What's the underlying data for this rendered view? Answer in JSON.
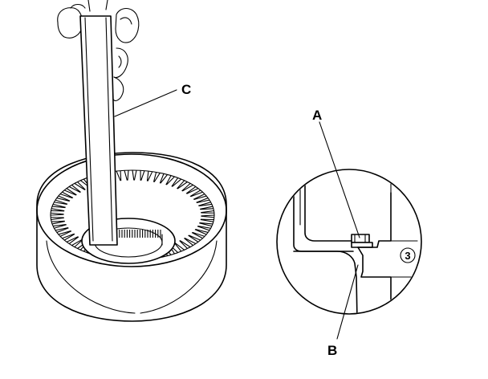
{
  "callouts": {
    "c": "C",
    "a": "A",
    "b": "B",
    "circled_number": "3"
  }
}
